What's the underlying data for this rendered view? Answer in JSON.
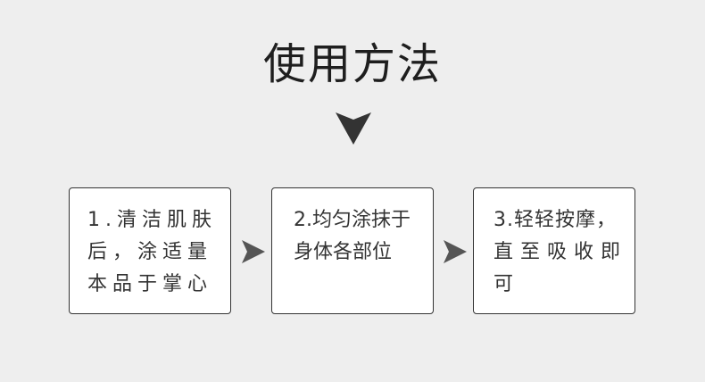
{
  "title": "使用方法",
  "steps": [
    {
      "lines": [
        "1.清洁肌肤",
        "后，涂适量",
        "本品于掌心"
      ]
    },
    {
      "lines": [
        "2.均匀涂抹于",
        "身体各部位"
      ]
    },
    {
      "lines": [
        "3.轻轻按摩，",
        "直至吸收即",
        "可"
      ]
    }
  ],
  "colors": {
    "background": "#eeeeee",
    "arrow": "#333333",
    "small_arrow": "#555555",
    "box_border": "#333333"
  },
  "icons": {
    "down_arrow": "down-arrow-icon",
    "step_arrow": "right-arrow-icon"
  }
}
